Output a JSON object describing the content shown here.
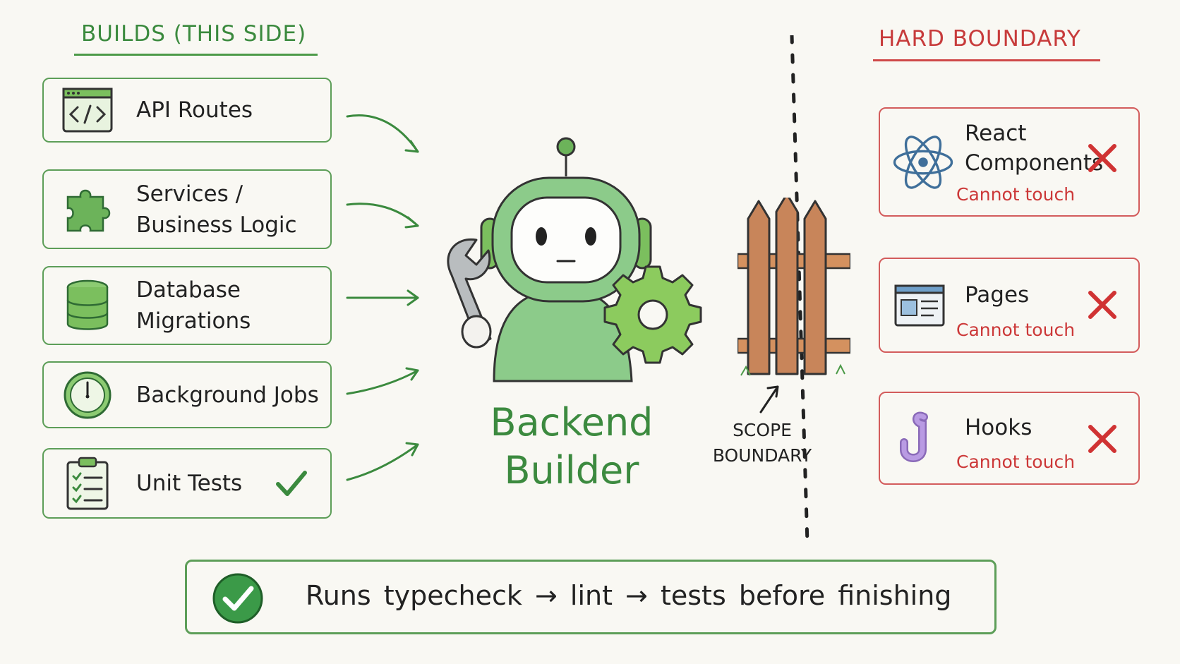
{
  "left_heading": "BUILDS (THIS SIDE)",
  "right_heading": "HARD BOUNDARY",
  "builds": [
    {
      "label": "API Routes",
      "icon": "code-window-icon"
    },
    {
      "label": "Services /\nBusiness Logic",
      "icon": "puzzle-piece-icon"
    },
    {
      "label": "Database\nMigrations",
      "icon": "database-icon"
    },
    {
      "label": "Background Jobs",
      "icon": "clock-icon"
    },
    {
      "label": "Unit Tests",
      "icon": "clipboard-checklist-icon",
      "status_icon": "checkmark-icon"
    }
  ],
  "builder": {
    "title": "Backend\nBuilder",
    "icon": "robot-with-wrench-and-gear-icon"
  },
  "scope": {
    "label": "SCOPE\nBOUNDARY",
    "icon": "wooden-fence-icon"
  },
  "boundaries": [
    {
      "label": "React\nComponents",
      "sub": "Cannot touch",
      "icon": "react-atom-icon",
      "status_icon": "x-mark-icon"
    },
    {
      "label": "Pages",
      "sub": "Cannot touch",
      "icon": "browser-page-icon",
      "status_icon": "x-mark-icon"
    },
    {
      "label": "Hooks",
      "sub": "Cannot touch",
      "icon": "hook-icon",
      "status_icon": "x-mark-icon"
    }
  ],
  "footer": {
    "text": "Runs typecheck → lint → tests before finishing",
    "icon": "check-circle-icon"
  },
  "colors": {
    "green": "#3b8a3e",
    "light_green": "#7bbf5e",
    "red": "#c73b3b",
    "wood": "#c8855a",
    "purple": "#a98ad6",
    "blue": "#3f6f9a"
  }
}
